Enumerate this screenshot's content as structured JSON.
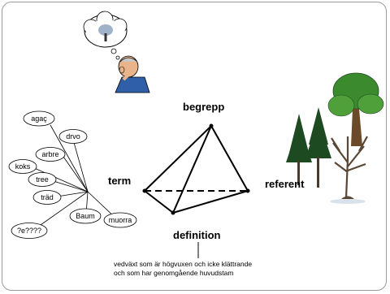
{
  "concepts": {
    "begrepp": "begrepp",
    "term": "term",
    "referent": "referent",
    "definition": "definition"
  },
  "definition_text": {
    "line1": "vedväxt som är högvuxen och icke klättrande",
    "line2": "och som har genomgående huvudstam"
  },
  "words": [
    "agaç",
    "drvo",
    "arbre",
    "koks",
    "tree",
    "träd",
    "Baum",
    "muorra",
    "?e????"
  ],
  "icons": {
    "thinker": "thinking-person-icon",
    "thought": "thought-bubble-tree-icon",
    "trees": "trees-illustration"
  },
  "colors": {
    "line": "#000000",
    "frame": "#9a9a9a",
    "foliage": "#3c8a2e",
    "trunk": "#6b4a2a"
  }
}
